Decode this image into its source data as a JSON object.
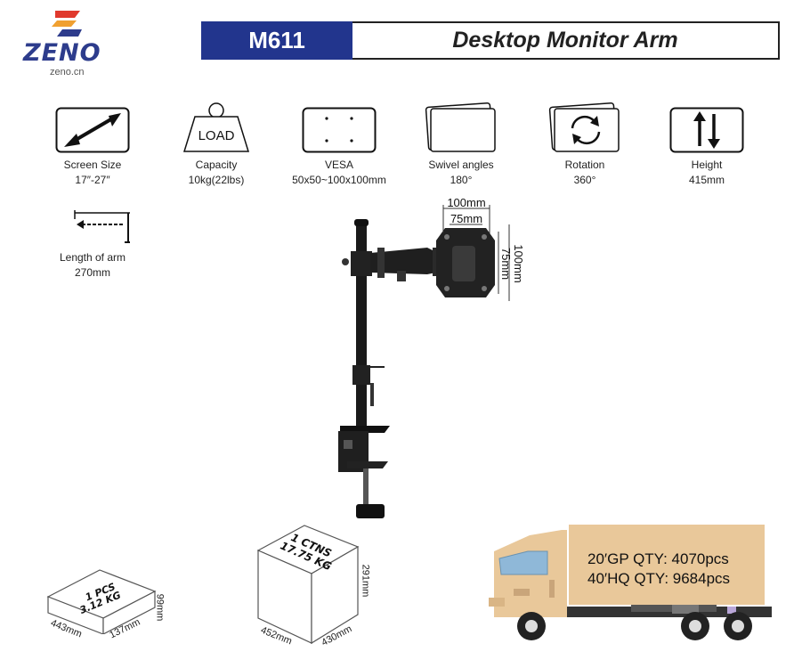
{
  "brand": {
    "name": "ZENO",
    "site": "zeno.cn"
  },
  "header": {
    "model": "M611",
    "title": "Desktop Monitor Arm"
  },
  "specs": [
    {
      "icon": "screen-size-icon",
      "label": "Screen Size",
      "value": "17″-27″"
    },
    {
      "icon": "load-weight-icon",
      "icon_text": "LOAD",
      "label": "Capacity",
      "value": "10kg(22lbs)"
    },
    {
      "icon": "vesa-pattern-icon",
      "label": "VESA",
      "value": "50x50~100x100mm"
    },
    {
      "icon": "swivel-icon",
      "label": "Swivel angles",
      "value": "180°"
    },
    {
      "icon": "rotation-icon",
      "label": "Rotation",
      "value": "360°"
    },
    {
      "icon": "height-icon",
      "label": "Height",
      "value": "415mm"
    },
    {
      "icon": "arm-length-icon",
      "label": "Length of arm",
      "value": "270mm"
    }
  ],
  "product": {
    "vesa_labels": {
      "outer_w": "100mm",
      "inner_w": "75mm",
      "inner_h": "75mm",
      "outer_h": "100mm"
    }
  },
  "single_box": {
    "qty": "1 PCS",
    "weight": "3.12 KG",
    "length": "443mm",
    "width": "137mm",
    "height": "99mm"
  },
  "carton": {
    "qty": "1 CTNS",
    "weight": "17.75 KG",
    "length": "452mm",
    "width": "430mm",
    "height": "291mm"
  },
  "shipping": {
    "gp20": "20′GP QTY:  4070pcs",
    "hq40": "40′HQ QTY:  9684pcs"
  },
  "colors": {
    "brand_blue": "#22358d",
    "logo_red": "#e0392d",
    "logo_orange": "#f0a030",
    "truck_body": "#e9c89a",
    "truck_window": "#8fb8d8"
  }
}
